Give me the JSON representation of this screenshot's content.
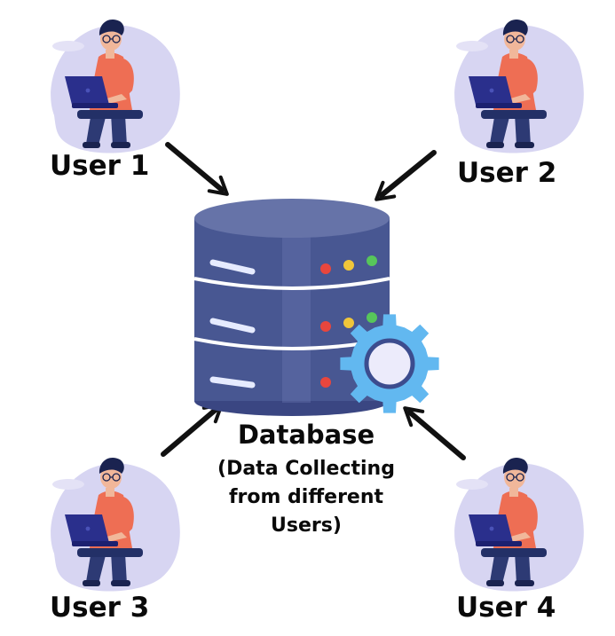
{
  "users": [
    {
      "label": "User 1"
    },
    {
      "label": "User 2"
    },
    {
      "label": "User 3"
    },
    {
      "label": "User 4"
    }
  ],
  "database": {
    "title": "Database",
    "caption_lines": [
      "(Data Collecting",
      "from different",
      "Users)"
    ]
  },
  "colors": {
    "blob": "#d7d5f2",
    "shirt": "#ee6e54",
    "skin": "#f1b79a",
    "hair": "#1a2350",
    "pants": "#2d3a74",
    "laptop": "#2a2f8c",
    "db_body": "#4d5b96",
    "db_top": "#6673a8",
    "gear": "#62b8f0",
    "led_red": "#e8463d",
    "led_yellow": "#f0c63a",
    "led_green": "#57c65a"
  },
  "icons": [
    "person-with-laptop-icon",
    "database-server-icon",
    "gear-icon",
    "arrow-icon"
  ]
}
